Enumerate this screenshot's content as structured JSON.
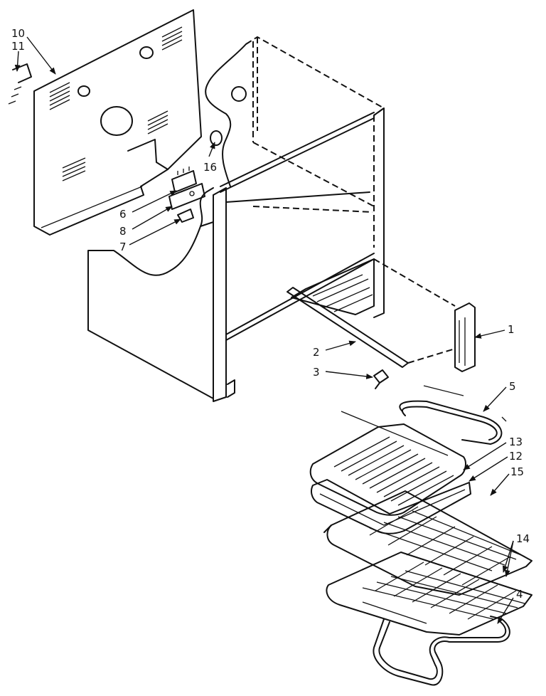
{
  "callouts": {
    "n1": "1",
    "n2": "2",
    "n3": "3",
    "n4": "4",
    "n5": "5",
    "n6": "6",
    "n7": "7",
    "n8": "8",
    "n10": "10",
    "n11": "11",
    "n12": "12",
    "n13": "13",
    "n14": "14",
    "n15": "15",
    "n16": "16"
  }
}
